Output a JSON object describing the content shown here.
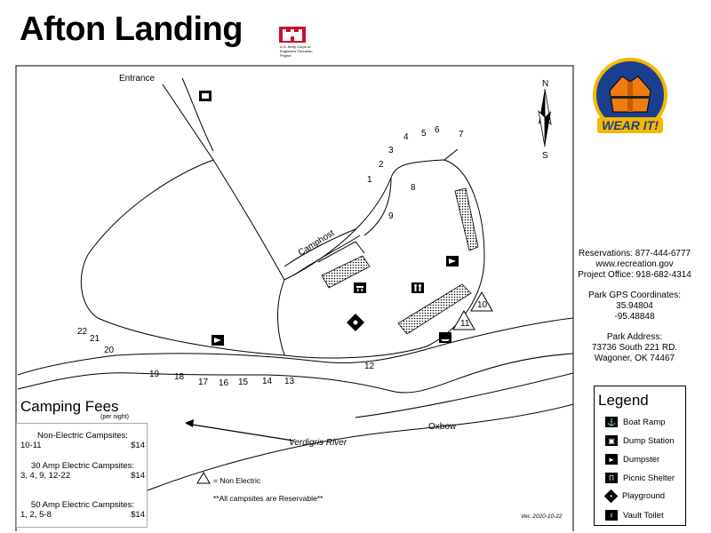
{
  "title": "Afton Landing",
  "logo_text": "U.S. Army Corps of Engineers Chouteau Project",
  "wear_it_text": "WEAR IT!",
  "labels": {
    "entrance": "Entrance",
    "camphost": "Camphost",
    "river": "Verdigris River",
    "oxbow": "Oxbow",
    "north": "N",
    "south": "S"
  },
  "campsites": [
    "1",
    "2",
    "3",
    "4",
    "5",
    "6",
    "7",
    "8",
    "9",
    "10",
    "11",
    "12",
    "13",
    "14",
    "15",
    "16",
    "17",
    "18",
    "19",
    "20",
    "21",
    "22"
  ],
  "info": {
    "reservations": "Reservations:  877-444-6777",
    "website": "www.recreation.gov",
    "project_office": "Project Office:  918-682-4314",
    "gps_title": "Park GPS Coordinates:",
    "gps_lat": "35.94804",
    "gps_lon": "-95.48848",
    "address_title": "Park Address:",
    "address_line1": "73736 South 221 RD.",
    "address_line2": "Wagoner, OK 74467"
  },
  "fees": {
    "title": "Camping Fees",
    "subtitle": "(per night)",
    "items": [
      {
        "category": "Non-Electric Campsites:",
        "sites": "10-11",
        "price": "$14"
      },
      {
        "category": "30 Amp Electric Campsites:",
        "sites": "3, 4, 9, 12-22",
        "price": "$14"
      },
      {
        "category": "50 Amp Electric Campsites:",
        "sites": "1, 2, 5-8",
        "price": "$14"
      }
    ]
  },
  "notes": {
    "non_electric": "= Non Electric",
    "reservable": "**All campsites are Reservable**",
    "version": "Ver. 2020-10-22"
  },
  "legend": {
    "title": "Legend",
    "items": [
      {
        "label": "Boat Ramp",
        "icon": "boat-ramp-icon"
      },
      {
        "label": "Dump Station",
        "icon": "dump-station-icon"
      },
      {
        "label": "Dumpster",
        "icon": "dumpster-icon"
      },
      {
        "label": "Picnic Shelter",
        "icon": "picnic-shelter-icon"
      },
      {
        "label": "Playground",
        "icon": "playground-icon"
      },
      {
        "label": "Vault Toilet",
        "icon": "vault-toilet-icon"
      }
    ]
  }
}
